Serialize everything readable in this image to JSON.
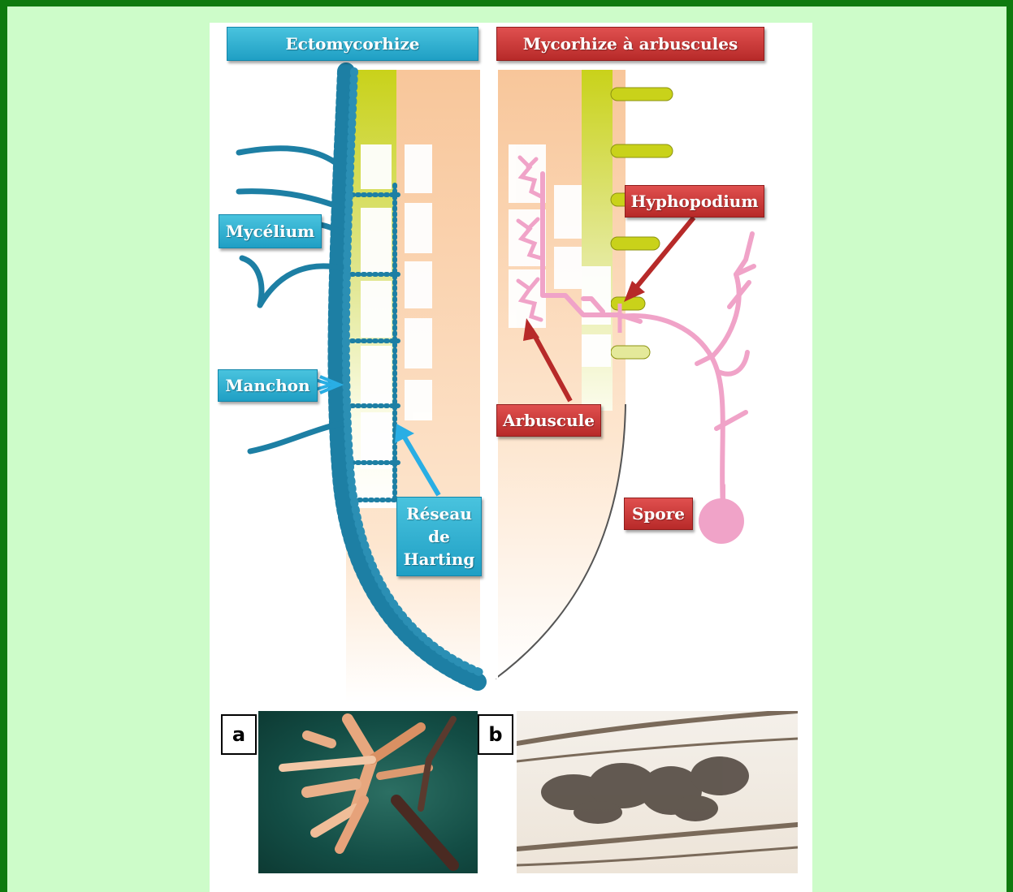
{
  "labels": {
    "ectomycorhize": "Ectomycorhize",
    "mycorhize_arbuscules": "Mycorhize à arbuscules",
    "mycelium": "Mycélium",
    "manchon": "Manchon",
    "reseau_line1": "Réseau",
    "reseau_line2": "de",
    "reseau_line3": "Harting",
    "hyphopodium": "Hyphopodium",
    "arbuscule": "Arbuscule",
    "spore": "Spore"
  },
  "photos": {
    "a_label": "a",
    "b_label": "b"
  },
  "colors": {
    "background": "#cdfcc9",
    "frame": "#0f7a0f",
    "ecto_blue": "#1f9fc4",
    "hypha_teal": "#1d7fa4",
    "am_red": "#b72a29",
    "am_pink": "#f0a3c8",
    "stele_yellow": "#c9d21a",
    "cortex_peach": "#f8c69a"
  }
}
